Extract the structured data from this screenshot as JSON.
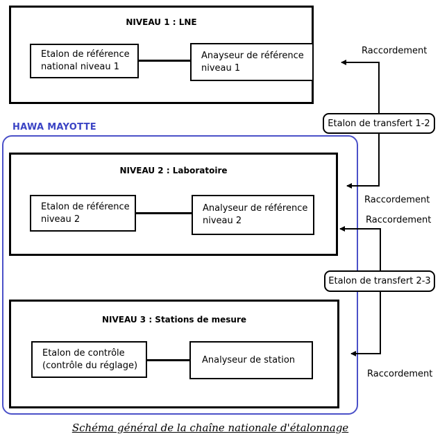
{
  "group": {
    "title": "HAWA MAYOTTE",
    "color": "#3b44c4"
  },
  "levels": [
    {
      "title": "NIVEAU 1 : LNE",
      "left_box": [
        "Etalon de référence",
        "national niveau 1"
      ],
      "right_box": [
        "Anayseur de référence",
        "niveau 1"
      ]
    },
    {
      "title": "NIVEAU 2 : Laboratoire",
      "left_box": [
        "Etalon de référence",
        "niveau 2"
      ],
      "right_box": [
        "Analyseur de référence",
        "niveau 2"
      ]
    },
    {
      "title": "NIVEAU 3 : Stations de mesure",
      "left_box": [
        "Etalon de contrôle",
        "(contrôle du réglage)"
      ],
      "right_box": [
        "Analyseur de station"
      ]
    }
  ],
  "transfers": [
    "Etalon de transfert 1-2",
    "Etalon de transfert 2-3"
  ],
  "raccordement_labels": [
    "Raccordement",
    "Raccordement",
    "Raccordement",
    "Raccordement"
  ],
  "caption": "Schéma général de la chaîne nationale d'étalonnage"
}
